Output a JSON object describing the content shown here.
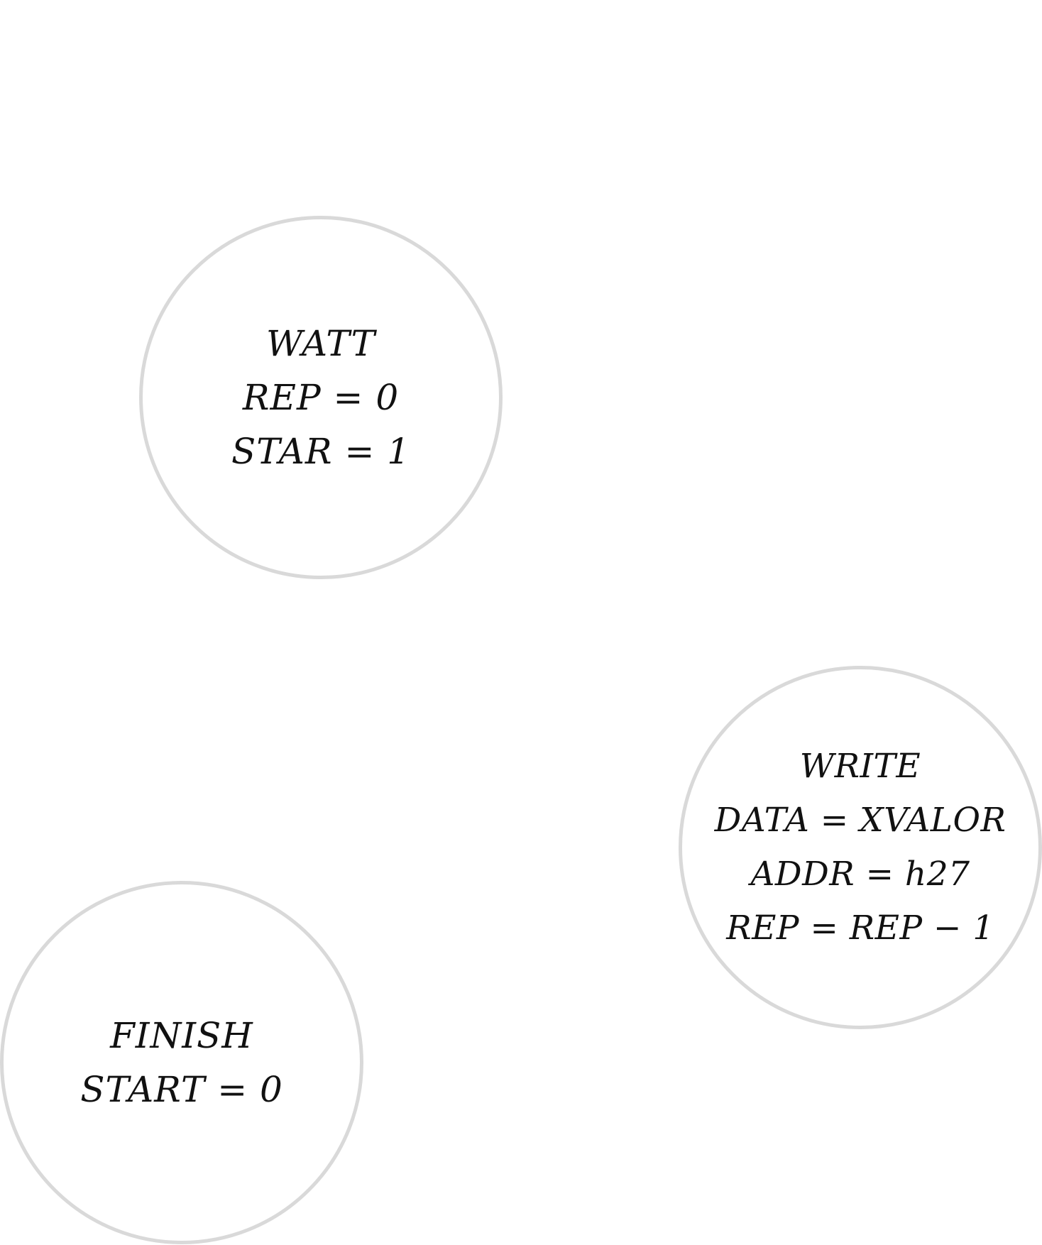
{
  "states": [
    {
      "id": "watt",
      "lines": [
        "WATT",
        "REP = 0",
        "STAR = 1"
      ]
    },
    {
      "id": "write",
      "lines": [
        "WRITE",
        "DATA = XVALOR",
        "ADDR = h27",
        "REP = REP − 1"
      ]
    },
    {
      "id": "finish",
      "lines": [
        "FINISH",
        "START = 0"
      ]
    }
  ],
  "colors": {
    "circle_stroke": "#d9d9d9",
    "text": "#111111",
    "background": "#ffffff"
  }
}
